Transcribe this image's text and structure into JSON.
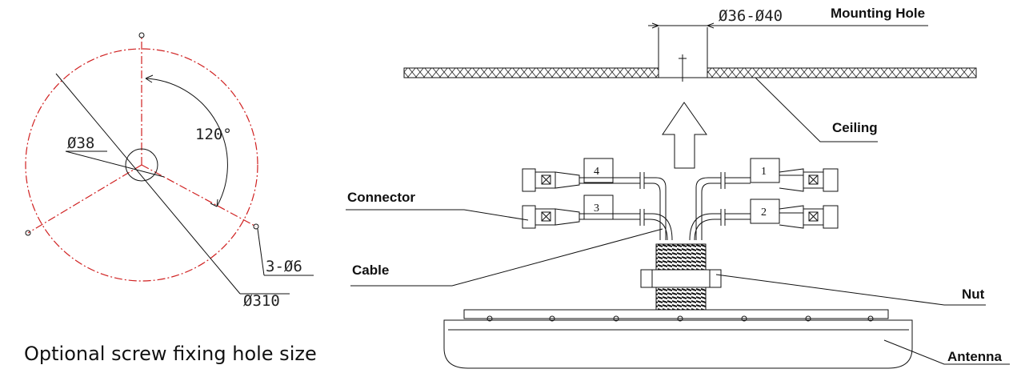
{
  "hole_pattern": {
    "center_hole_dim": "Ø38",
    "angle_dim": "120°",
    "screw_holes_dim": "3-Ø6",
    "bolt_circle_dim": "Ø310",
    "caption": "Optional screw fixing  hole size"
  },
  "assembly": {
    "mounting_hole_dim": "Ø36-Ø40",
    "mounting_hole_label": "Mounting Hole",
    "ceiling_label": "Ceiling",
    "connector_label": "Connector",
    "cable_label": "Cable",
    "nut_label": "Nut",
    "antenna_label": "Antenna",
    "port_numbers": [
      "1",
      "2",
      "3",
      "4"
    ]
  },
  "colors": {
    "line": "#111111",
    "centerline_red": "#d02020",
    "background": "#ffffff"
  }
}
